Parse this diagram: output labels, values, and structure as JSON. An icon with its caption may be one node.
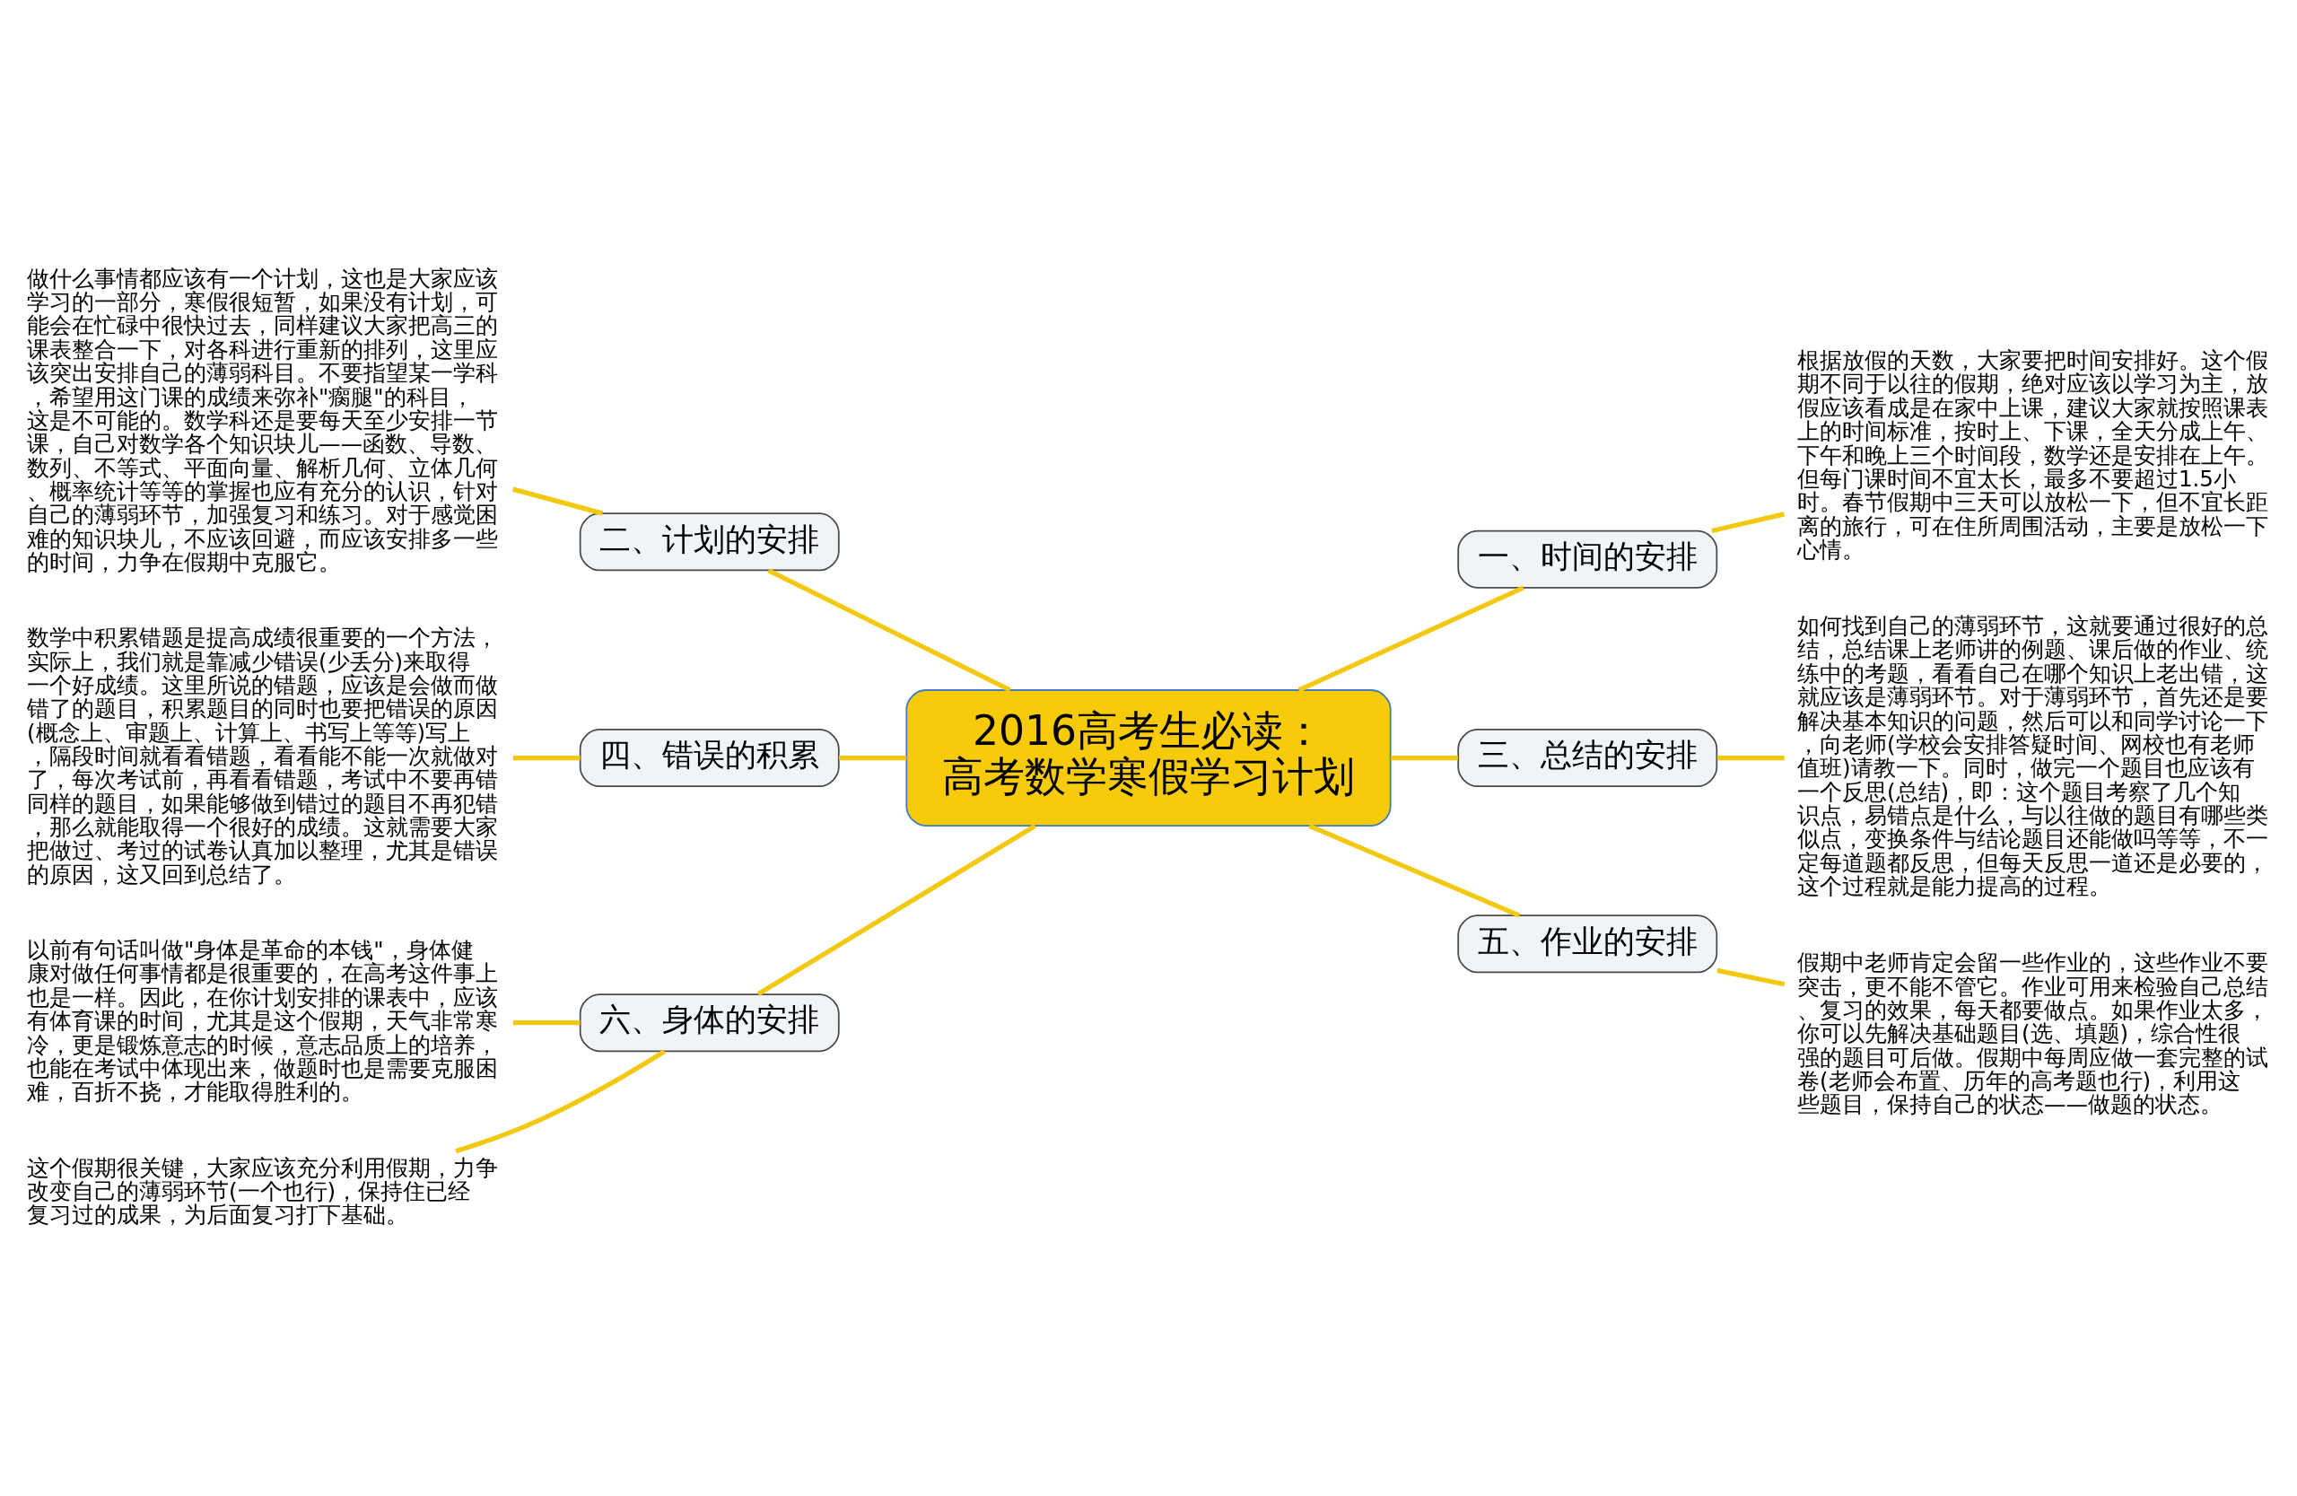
{
  "diagram": {
    "nodes": [
      {
        "text": [
          "2016高考生必读：高考数学寒假学习计划"
        ]
      },
      {
        "text": [
          "一、时间的安排"
        ]
      },
      {
        "text": [
          "根据放假的天数，大家要把时间安排好。这个假期不同于以往的假期，绝对应该以学习为主，放假应该看成是在家中上课，建议大家就按照课表上的时间标准，按时上、下课，全天分成上午、下午和晚上三个时间段，数学还是安排在上午。但每门课时间不宜太长，最多不要超过1.5小时。春节假期中三天可以放松一下，但不宜长距离的旅行，可在住所周围活动，主要是放松一下心情。"
        ]
      },
      {
        "text": [
          "二、计划的安排"
        ]
      },
      {
        "text": [
          "做什么事情都应该有一个计划，这也是大家应该学习的一部分，寒假很短暂，如果没有计划，可能会在忙碌中很快过去，同样建议大家把高三的课表整合一下，对各科进行重新的排列，这里应该突出安排自己的薄弱科目。不要指望某一学科，希望用这门课的成绩来弥补\"瘸腿\"的科目，这是不可能的。数学科还是要每天至少安排一节课，自己对数学各个知识块儿——函数、导数、数列、不等式、平面向量、解析几何、立体几何、概率统计等等的掌握也应有充分的认识，针对自己的薄弱环节，加强复习和练习。对于感觉困难的知识块儿，不应该回避，而应该安排多一些的时间，力争在假期中克服它。"
        ]
      },
      {
        "text": [
          "三、总结的安排"
        ]
      },
      {
        "text": [
          "如何找到自己的薄弱环节，这就要通过很好的总结，总结课上老师讲的例题、课后做的作业、统练中的考题，看看自己在哪个知识上老出错，这就应该是薄弱环节。对于薄弱环节，首先还是要解决基本知识的问题，然后可以和同学讨论一下，向老师(学校会安排答疑时间、网校也有老师值班)请教一下。同时，做完一个题目也应该有一个反思(总结)，即：这个题目考察了几个知识点，易错点是什么，与以往做的题目有哪些类似点，变换条件与结论题目还能做吗等等，不一定每道题都反思，但每天反思一道还是必要的，这个过程就是能力提高的过程。"
        ]
      },
      {
        "text": [
          "四、错误的积累"
        ]
      },
      {
        "text": [
          "数学中积累错题是提高成绩很重要的一个方法，实际上，我们就是靠减少错误(少丢分)来取得一个好成绩。这里所说的错题，应该是会做而做错了的题目，积累题目的同时也要把错误的原因(概念上、审题上、计算上、书写上等等)写上，隔段时间就看看错题，看看能不能一次就做对了，每次考试前，再看看错题，考试中不要再错同样的题目，如果能够做到错过的题目不再犯错，那么就能取得一个很好的成绩。这就需要大家把做过、考过的试卷认真加以整理，尤其是错误的原因，这又回到总结了。"
        ]
      },
      {
        "text": [
          "五、作业的安排"
        ]
      },
      {
        "text": [
          "假期中老师肯定会留一些作业的，这些作业不要突击，更不能不管它。作业可用来检验自己总结、复习的效果，每天都要做点。如果作业太多，你可以先解决基础题目(选、填题)，综合性很强的题目可后做。假期中每周应做一套完整的试卷(老师会布置、历年的高考题也行)，利用这些题目，保持自己的状态——做题的状态。"
        ]
      },
      {
        "text": [
          "六、身体的安排"
        ]
      },
      {
        "text": [
          "以前有句话叫做\"身体是革命的本钱\"，身体健康对做任何事情都是很重要的，在高考这件事上也是一样。因此，在你计划安排的课表中，应该有体育课的时间，尤其是这个假期，天气非常寒冷，更是锻炼意志的时候，意志品质上的培养，也能在考试中体现出来，做题时也是需要克服困难，百折不挠，才能取得胜利的。"
        ]
      },
      {
        "text": [
          "这个假期很关键，大家应该充分利用假期，力争改变自己的薄弱环节(一个也行)，保持住已经复习过的成果，为后面复习打下基础。"
        ]
      }
    ],
    "edges": [
      {
        "from": 0,
        "to": 1,
        "arrow": "none"
      },
      {
        "from": 1,
        "to": 2,
        "arrow": "none"
      },
      {
        "from": 0,
        "to": 3,
        "arrow": "none"
      },
      {
        "from": 3,
        "to": 4,
        "arrow": "none"
      },
      {
        "from": 0,
        "to": 5,
        "arrow": "none"
      },
      {
        "from": 5,
        "to": 6,
        "arrow": "none"
      },
      {
        "from": 0,
        "to": 7,
        "arrow": "none"
      },
      {
        "from": 7,
        "to": 8,
        "arrow": "none"
      },
      {
        "from": 0,
        "to": 9,
        "arrow": "none"
      },
      {
        "from": 9,
        "to": 10,
        "arrow": "none"
      },
      {
        "from": 0,
        "to": 11,
        "arrow": "none"
      },
      {
        "from": 11,
        "to": 12,
        "arrow": "none"
      },
      {
        "from": 11,
        "to": 13,
        "arrow": "none"
      }
    ]
  }
}
